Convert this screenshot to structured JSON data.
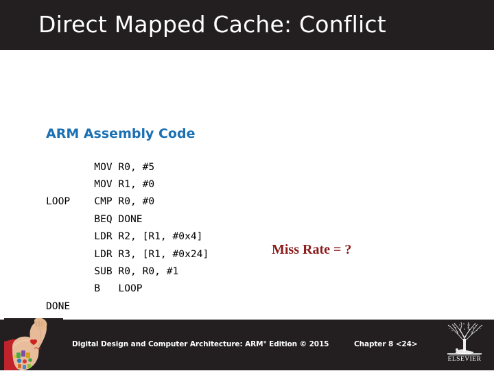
{
  "slide": {
    "title": "Direct Mapped Cache: Conflict",
    "section_heading": "ARM Assembly Code",
    "code_lines": [
      "        MOV R0, #5",
      "        MOV R1, #0",
      "LOOP    CMP R0, #0",
      "        BEQ DONE",
      "        LDR R2, [R1, #0x4]",
      "        LDR R3, [R1, #0x24]",
      "        SUB R0, R0, #1",
      "        B   LOOP",
      "DONE"
    ],
    "code_text": "        MOV R0, #5\n        MOV R1, #0\nLOOP    CMP R0, #0\n        BEQ DONE\n        LDR R2, [R1, #0x4]\n        LDR R3, [R1, #0x24]\n        SUB R0, R0, #1\n        B   LOOP\nDONE",
    "annotation": "Miss Rate = ?"
  },
  "footer": {
    "credit": "Digital Design and Computer Architecture: ARM° Edition © 2015",
    "chapter": "Chapter 8 <24>",
    "publisher": "ELSEVIER"
  },
  "colors": {
    "title_bar": "#231f20",
    "heading_blue": "#1b70b3",
    "annotation_red": "#8c1b1b",
    "background": "#ffffff",
    "footer_text": "#ffffff"
  }
}
